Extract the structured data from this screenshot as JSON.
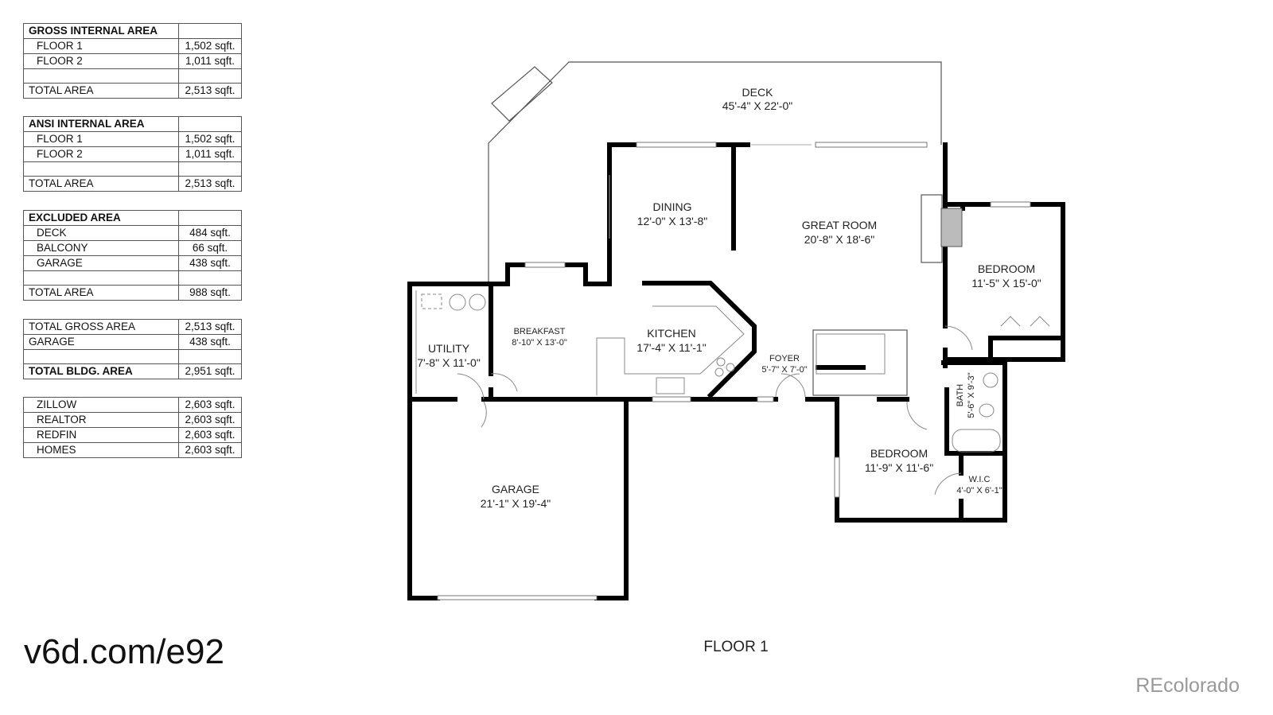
{
  "tables": [
    {
      "header": "GROSS INTERNAL AREA",
      "rows": [
        {
          "label": "FLOOR 1",
          "value": "1,502 sqft."
        },
        {
          "label": "FLOOR 2",
          "value": "1,011 sqft."
        }
      ],
      "total": {
        "label": "TOTAL AREA",
        "value": "2,513 sqft."
      }
    },
    {
      "header": "ANSI INTERNAL AREA",
      "rows": [
        {
          "label": "FLOOR 1",
          "value": "1,502 sqft."
        },
        {
          "label": "FLOOR 2",
          "value": "1,011 sqft."
        }
      ],
      "total": {
        "label": "TOTAL AREA",
        "value": "2,513 sqft."
      }
    },
    {
      "header": "EXCLUDED AREA",
      "rows": [
        {
          "label": "DECK",
          "value": "484 sqft."
        },
        {
          "label": "BALCONY",
          "value": "66 sqft."
        },
        {
          "label": "GARAGE",
          "value": "438 sqft."
        }
      ],
      "total": {
        "label": "TOTAL AREA",
        "value": "988 sqft."
      }
    },
    {
      "rows": [
        {
          "label": "TOTAL GROSS AREA",
          "value": "2,513 sqft."
        },
        {
          "label": "GARAGE",
          "value": "438 sqft."
        }
      ],
      "total": {
        "label": "TOTAL BLDG. AREA",
        "value": "2,951 sqft."
      }
    },
    {
      "rows": [
        {
          "label": "ZILLOW",
          "value": "2,603 sqft."
        },
        {
          "label": "REALTOR",
          "value": "2,603 sqft."
        },
        {
          "label": "REDFIN",
          "value": "2,603 sqft."
        },
        {
          "label": "HOMES",
          "value": "2,603 sqft."
        }
      ]
    }
  ],
  "rooms": {
    "deck": {
      "name": "DECK",
      "dim": "45'-4\" X 22'-0\""
    },
    "dining": {
      "name": "DINING",
      "dim": "12'-0\" X 13'-8\""
    },
    "great_room": {
      "name": "GREAT ROOM",
      "dim": "20'-8\" X 18'-6\""
    },
    "bedroom1": {
      "name": "BEDROOM",
      "dim": "11'-5\" X 15'-0\""
    },
    "breakfast": {
      "name": "BREAKFAST",
      "dim": "8'-10\" X 13'-0\""
    },
    "kitchen": {
      "name": "KITCHEN",
      "dim": "17'-4\" X 11'-1\""
    },
    "utility": {
      "name": "UTILITY",
      "dim": "7'-8\" X 11'-0\""
    },
    "foyer": {
      "name": "FOYER",
      "dim": "5'-7\" X 7'-0\""
    },
    "bath": {
      "name": "BATH",
      "dim": "5'-6\" X 9'-3\""
    },
    "bedroom2": {
      "name": "BEDROOM",
      "dim": "11'-9\" X 11'-6\""
    },
    "wic": {
      "name": "W.I.C",
      "dim": "4'-0\" X 6'-1\""
    },
    "garage": {
      "name": "GARAGE",
      "dim": "21'-1\" X 19'-4\""
    }
  },
  "floor_label": "FLOOR 1",
  "url": "v6d.com/e92",
  "brand": "REcolorado"
}
